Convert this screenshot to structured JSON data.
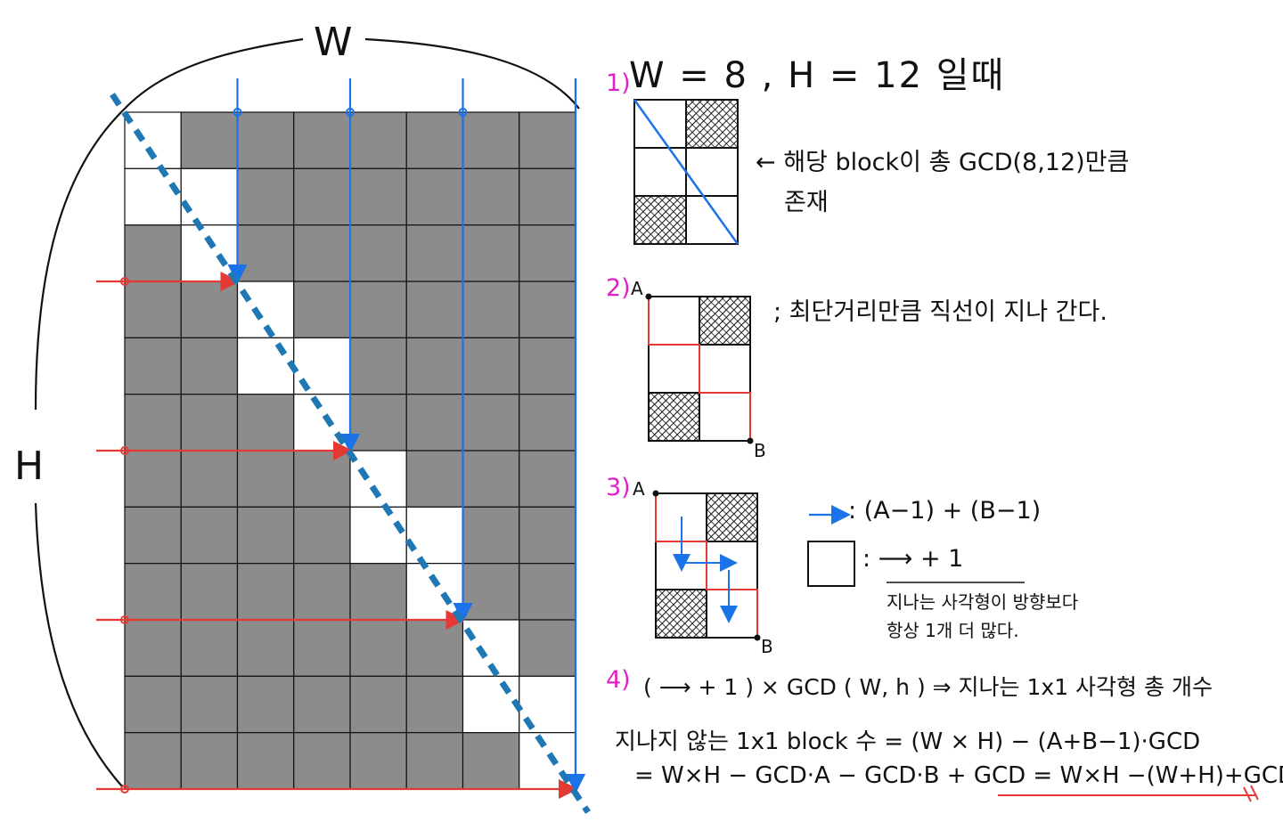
{
  "diagram": {
    "labels": {
      "width_label": "W",
      "height_label": "H"
    },
    "grid": {
      "columns": 8,
      "rows": 12,
      "fill_color": "#8c8c8c",
      "line_color": "#111111",
      "crossed_cells": [
        [
          0,
          0
        ],
        [
          1,
          0
        ],
        [
          1,
          1
        ],
        [
          2,
          1
        ],
        [
          3,
          2
        ],
        [
          4,
          2
        ],
        [
          4,
          3
        ],
        [
          5,
          3
        ],
        [
          6,
          4
        ],
        [
          7,
          4
        ],
        [
          7,
          5
        ],
        [
          8,
          5
        ],
        [
          9,
          6
        ],
        [
          10,
          6
        ],
        [
          10,
          7
        ],
        [
          11,
          7
        ]
      ]
    },
    "colors": {
      "blue": "#1a73e8",
      "red": "#e53935",
      "dashed": "#1f78b4",
      "pink": "#e020c8",
      "hatch": "#111111"
    },
    "steps": {
      "step1_marker": "1)",
      "step1_title": "W = 8 , H = 12 일때",
      "step1_note_line1": "← 해당 block이 총 GCD(8,12)만큼",
      "step1_note_line2": "존재",
      "step2_marker": "2)",
      "step2_point_a": "A",
      "step2_point_b": "B",
      "step2_note": "; 최단거리만큼 직선이 지나 간다.",
      "step3_marker": "3)",
      "step3_point_a": "A",
      "step3_point_b": "B",
      "step3_arrow_note": ": (A−1) + (B−1)",
      "step3_square_note": ":  ⟶ + 1",
      "step3_caption_line1": "지나는 사각형이 방향보다",
      "step3_caption_line2": "항상 1개 더 많다.",
      "step4_marker": "4)",
      "step4_formula": "( ⟶ + 1 ) × GCD ( W, h ) ⇒ 지나는 1x1 사각형 총 개수",
      "final_line1": "지나지 않는 1x1 block 수 = (W × H) − (A+B−1)·GCD",
      "final_line2_start": "= W×H − GCD·A − GCD·B + GCD = ",
      "final_line2_answer": "W×H −(W+H)+GCD"
    }
  }
}
